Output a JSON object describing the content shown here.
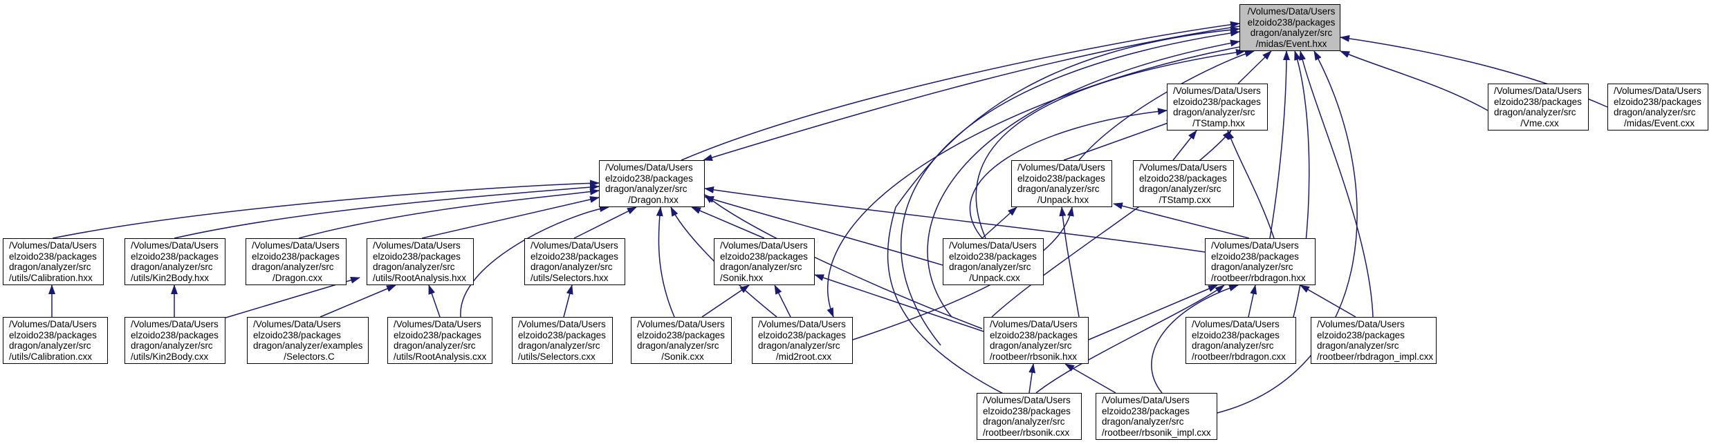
{
  "colors": {
    "edge": "#191970",
    "node_border": "#000000",
    "root_fill": "#bfbfbf",
    "node_fill": "#ffffff"
  },
  "nodes": {
    "n0": {
      "lines": [
        "/Volumes/Data/Users",
        "elzoido238/packages",
        "dragon/analyzer/src",
        "/midas/Event.hxx"
      ]
    },
    "n1": {
      "lines": [
        "/Volumes/Data/Users",
        "elzoido238/packages",
        "dragon/analyzer/src",
        "/TStamp.hxx"
      ]
    },
    "n2": {
      "lines": [
        "/Volumes/Data/Users",
        "elzoido238/packages",
        "dragon/analyzer/src",
        "/Vme.cxx"
      ]
    },
    "n3": {
      "lines": [
        "/Volumes/Data/Users",
        "elzoido238/packages",
        "dragon/analyzer/src",
        "/midas/Event.cxx"
      ]
    },
    "n4": {
      "lines": [
        "/Volumes/Data/Users",
        "elzoido238/packages",
        "dragon/analyzer/src",
        "/Dragon.hxx"
      ]
    },
    "n5": {
      "lines": [
        "/Volumes/Data/Users",
        "elzoido238/packages",
        "dragon/analyzer/src",
        "/Unpack.hxx"
      ]
    },
    "n6": {
      "lines": [
        "/Volumes/Data/Users",
        "elzoido238/packages",
        "dragon/analyzer/src",
        "/TStamp.cxx"
      ]
    },
    "n7": {
      "lines": [
        "/Volumes/Data/Users",
        "elzoido238/packages",
        "dragon/analyzer/src",
        "/utils/Calibration.hxx"
      ]
    },
    "n8": {
      "lines": [
        "/Volumes/Data/Users",
        "elzoido238/packages",
        "dragon/analyzer/src",
        "/utils/Kin2Body.hxx"
      ]
    },
    "n9": {
      "lines": [
        "/Volumes/Data/Users",
        "elzoido238/packages",
        "dragon/analyzer/src",
        "/Dragon.cxx"
      ]
    },
    "n10": {
      "lines": [
        "/Volumes/Data/Users",
        "elzoido238/packages",
        "dragon/analyzer/src",
        "/utils/RootAnalysis.hxx"
      ]
    },
    "n11": {
      "lines": [
        "/Volumes/Data/Users",
        "elzoido238/packages",
        "dragon/analyzer/src",
        "/utils/Selectors.hxx"
      ]
    },
    "n12": {
      "lines": [
        "/Volumes/Data/Users",
        "elzoido238/packages",
        "dragon/analyzer/src",
        "/Sonik.hxx"
      ]
    },
    "n13": {
      "lines": [
        "/Volumes/Data/Users",
        "elzoido238/packages",
        "dragon/analyzer/src",
        "/Unpack.cxx"
      ]
    },
    "n14": {
      "lines": [
        "/Volumes/Data/Users",
        "elzoido238/packages",
        "dragon/analyzer/src",
        "/rootbeer/rbdragon.hxx"
      ]
    },
    "n15": {
      "lines": [
        "/Volumes/Data/Users",
        "elzoido238/packages",
        "dragon/analyzer/src",
        "/utils/Calibration.cxx"
      ]
    },
    "n16": {
      "lines": [
        "/Volumes/Data/Users",
        "elzoido238/packages",
        "dragon/analyzer/src",
        "/utils/Kin2Body.cxx"
      ]
    },
    "n17": {
      "lines": [
        "/Volumes/Data/Users",
        "elzoido238/packages",
        "dragon/analyzer/examples",
        "/Selectors.C"
      ]
    },
    "n18": {
      "lines": [
        "/Volumes/Data/Users",
        "elzoido238/packages",
        "dragon/analyzer/src",
        "/utils/RootAnalysis.cxx"
      ]
    },
    "n19": {
      "lines": [
        "/Volumes/Data/Users",
        "elzoido238/packages",
        "dragon/analyzer/src",
        "/utils/Selectors.cxx"
      ]
    },
    "n20": {
      "lines": [
        "/Volumes/Data/Users",
        "elzoido238/packages",
        "dragon/analyzer/src",
        "/Sonik.cxx"
      ]
    },
    "n21": {
      "lines": [
        "/Volumes/Data/Users",
        "elzoido238/packages",
        "dragon/analyzer/src",
        "/mid2root.cxx"
      ]
    },
    "n22": {
      "lines": [
        "/Volumes/Data/Users",
        "elzoido238/packages",
        "dragon/analyzer/src",
        "/rootbeer/rbsonik.hxx"
      ]
    },
    "n23": {
      "lines": [
        "/Volumes/Data/Users",
        "elzoido238/packages",
        "dragon/analyzer/src",
        "/rootbeer/rbdragon.cxx"
      ]
    },
    "n24": {
      "lines": [
        "/Volumes/Data/Users",
        "elzoido238/packages",
        "dragon/analyzer/src",
        "/rootbeer/rbdragon_impl.cxx"
      ]
    },
    "n25": {
      "lines": [
        "/Volumes/Data/Users",
        "elzoido238/packages",
        "dragon/analyzer/src",
        "/rootbeer/rbsonik.cxx"
      ]
    },
    "n26": {
      "lines": [
        "/Volumes/Data/Users",
        "elzoido238/packages",
        "dragon/analyzer/src",
        "/rootbeer/rbsonik_impl.cxx"
      ]
    }
  }
}
